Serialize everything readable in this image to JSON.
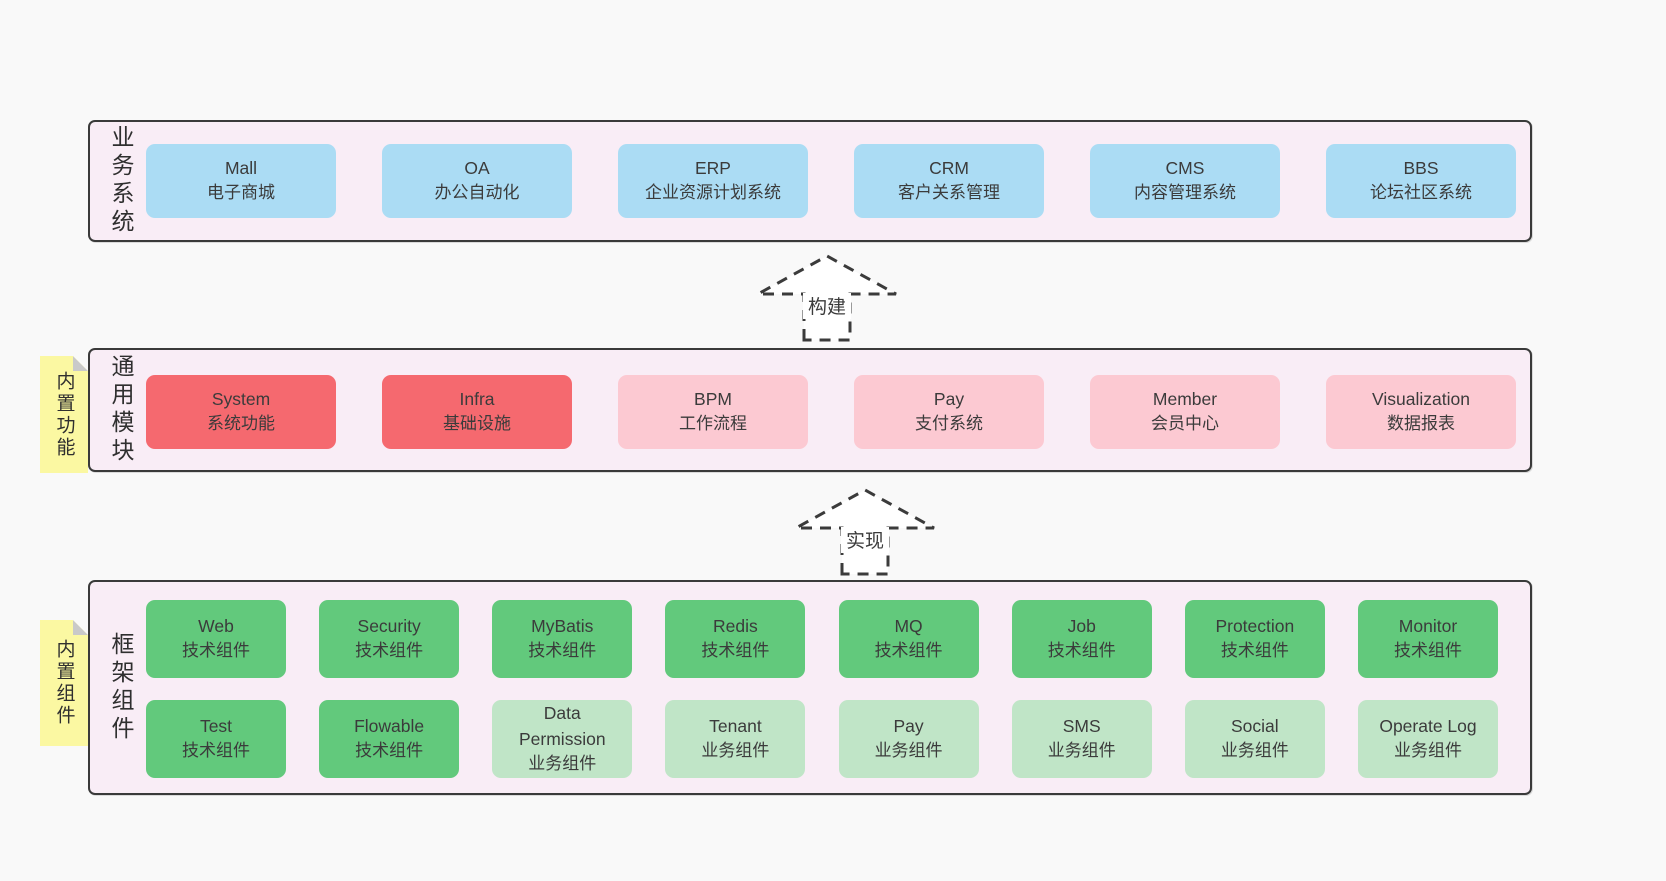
{
  "colors": {
    "page_bg": "#f9f9f9",
    "panel_bg": "#f9edf6",
    "panel_border": "#3a3a3a",
    "blue": "#abdcf4",
    "red": "#f5696f",
    "pink": "#fcc9d2",
    "green": "#62c97c",
    "light_green": "#c0e5c7",
    "sticky_yellow": "#fbf8a2",
    "text": "#3b3b3b"
  },
  "arrows": [
    {
      "label": "构建"
    },
    {
      "label": "实现"
    }
  ],
  "sections": {
    "business": {
      "label": "业务系统",
      "items": [
        {
          "title": "Mall",
          "subtitle": "电子商城",
          "variant": "blue"
        },
        {
          "title": "OA",
          "subtitle": "办公自动化",
          "variant": "blue"
        },
        {
          "title": "ERP",
          "subtitle": "企业资源计划系统",
          "variant": "blue"
        },
        {
          "title": "CRM",
          "subtitle": "客户关系管理",
          "variant": "blue"
        },
        {
          "title": "CMS",
          "subtitle": "内容管理系统",
          "variant": "blue"
        },
        {
          "title": "BBS",
          "subtitle": "论坛社区系统",
          "variant": "blue"
        }
      ]
    },
    "modules": {
      "label": "通用模块",
      "sticky": "内置功能",
      "items": [
        {
          "title": "System",
          "subtitle": "系统功能",
          "variant": "red"
        },
        {
          "title": "Infra",
          "subtitle": "基础设施",
          "variant": "red"
        },
        {
          "title": "BPM",
          "subtitle": "工作流程",
          "variant": "pink"
        },
        {
          "title": "Pay",
          "subtitle": "支付系统",
          "variant": "pink"
        },
        {
          "title": "Member",
          "subtitle": "会员中心",
          "variant": "pink"
        },
        {
          "title": "Visualization",
          "subtitle": "数据报表",
          "variant": "pink"
        }
      ]
    },
    "components": {
      "label": "框架组件",
      "sticky": "内置组件",
      "row1": [
        {
          "title": "Web",
          "subtitle": "技术组件",
          "variant": "green"
        },
        {
          "title": "Security",
          "subtitle": "技术组件",
          "variant": "green"
        },
        {
          "title": "MyBatis",
          "subtitle": "技术组件",
          "variant": "green"
        },
        {
          "title": "Redis",
          "subtitle": "技术组件",
          "variant": "green"
        },
        {
          "title": "MQ",
          "subtitle": "技术组件",
          "variant": "green"
        },
        {
          "title": "Job",
          "subtitle": "技术组件",
          "variant": "green"
        },
        {
          "title": "Protection",
          "subtitle": "技术组件",
          "variant": "green"
        },
        {
          "title": "Monitor",
          "subtitle": "技术组件",
          "variant": "green"
        }
      ],
      "row2": [
        {
          "title": "Test",
          "subtitle": "技术组件",
          "variant": "green"
        },
        {
          "title": "Flowable",
          "subtitle": "技术组件",
          "variant": "green"
        },
        {
          "title": "Data Permission",
          "subtitle": "业务组件",
          "variant": "light-green"
        },
        {
          "title": "Tenant",
          "subtitle": "业务组件",
          "variant": "light-green"
        },
        {
          "title": "Pay",
          "subtitle": "业务组件",
          "variant": "light-green"
        },
        {
          "title": "SMS",
          "subtitle": "业务组件",
          "variant": "light-green"
        },
        {
          "title": "Social",
          "subtitle": "业务组件",
          "variant": "light-green"
        },
        {
          "title": "Operate Log",
          "subtitle": "业务组件",
          "variant": "light-green"
        }
      ]
    }
  }
}
